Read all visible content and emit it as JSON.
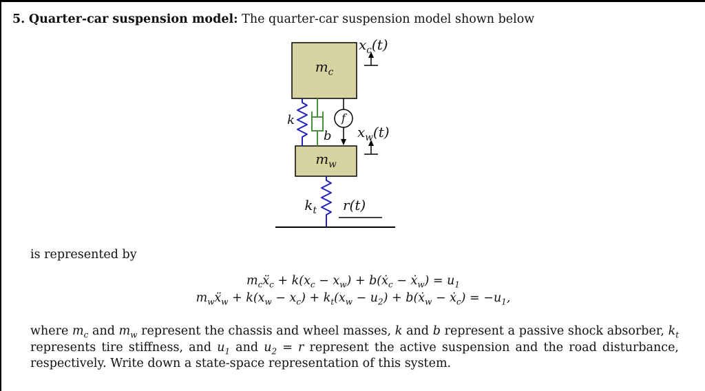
{
  "page": {
    "problem_number": "5.",
    "title_bold": "Quarter-car suspension model:",
    "title_rest": " The quarter-car suspension model shown below",
    "represented_by": "is represented by",
    "closing_paragraph": "where $m_{c}$ and $m_{w}$ represent the chassis and wheel masses, $k$ and $b$ represent a passive shock absorber, $k_{t}$ represents tire stiffness, and $u_{1}$ and $u_{2} = r$ represent the active suspension and the road disturbance, respectively. Write down a state-space representation of this system."
  },
  "equations": {
    "line1": "$m_{c}ẍ_{c} + k(x_{c} − x_{w}) + b(ẋ_{c} − ẋ_{w}) = u_{1}$",
    "line2": "$m_{w}ẍ_{w} + k(x_{w} − x_{c}) + k_{t}(x_{w} − u_{2}) + b(ẋ_{w} − ẋ_{c}) = −u_{1},$"
  },
  "diagram": {
    "labels": {
      "chassis_mass": "$m_{c}$",
      "wheel_mass": "$m_{w}$",
      "chassis_displacement": "$x_{c}(t)$",
      "wheel_displacement": "$x_{w}(t)$",
      "suspension_spring": "$k$",
      "damper": "$b$",
      "actuator_force": "$f$",
      "tire_stiffness": "$k_{t}$",
      "road_input": "$r(t)$"
    },
    "colors": {
      "mass-fill": "#d8d4a2",
      "mass-stroke": "#000000",
      "spring-stroke": "#2323bb",
      "damper-stroke": "#4a8f3c",
      "line-stroke": "#000000"
    }
  }
}
